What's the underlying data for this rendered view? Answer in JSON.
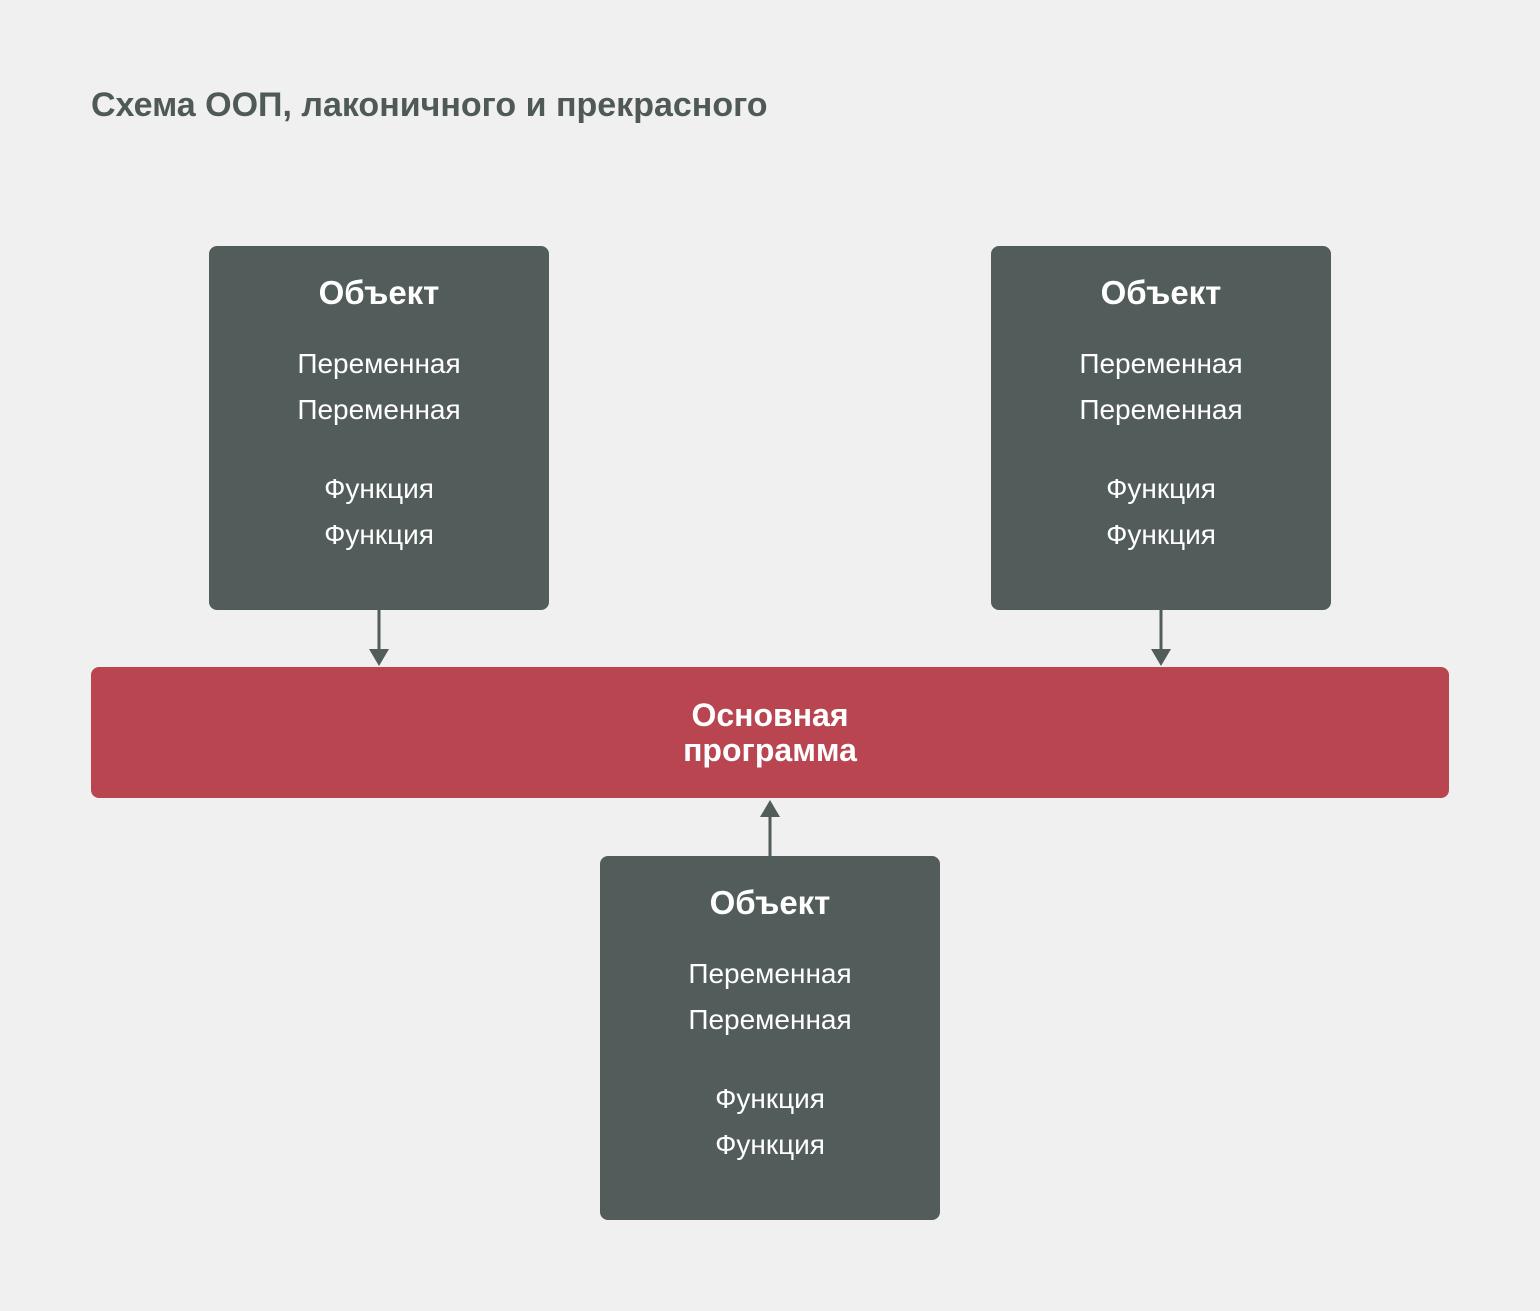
{
  "title": "Схема ООП, лаконичного и прекрасного",
  "objects": [
    {
      "heading": "Объект",
      "variables": [
        "Переменная",
        "Переменная"
      ],
      "functions": [
        "Функция",
        "Функция"
      ]
    },
    {
      "heading": "Объект",
      "variables": [
        "Переменная",
        "Переменная"
      ],
      "functions": [
        "Функция",
        "Функция"
      ]
    },
    {
      "heading": "Объект",
      "variables": [
        "Переменная",
        "Переменная"
      ],
      "functions": [
        "Функция",
        "Функция"
      ]
    }
  ],
  "main_program": "Основная\nпрограмма",
  "colors": {
    "background": "#f0f0f0",
    "object": "#525c5a",
    "main": "#b94551",
    "title": "#4f5a57"
  }
}
